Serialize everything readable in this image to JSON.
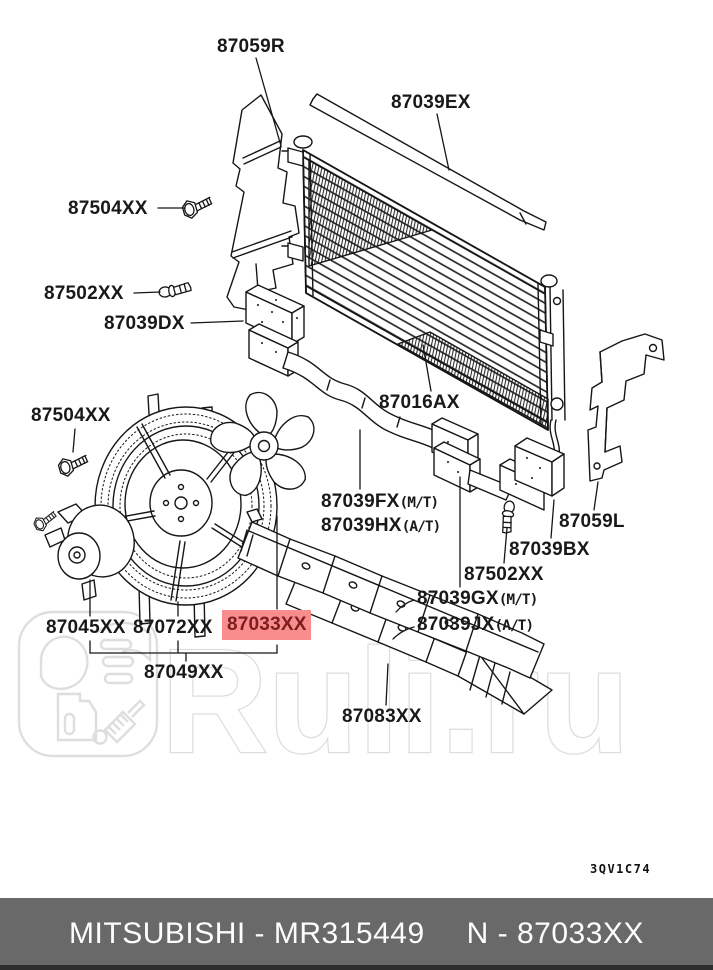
{
  "diagram": {
    "code": "3QV1C74",
    "watermark": {
      "brand": "Ruli.ru"
    },
    "colors": {
      "highlight": "#f98c8c",
      "highlight_text": "#7c1d1e",
      "footer_bar": "#696969",
      "watermark_gray": "#dedede"
    },
    "labels": [
      {
        "num": "87059R",
        "suffix": ""
      },
      {
        "num": "87039EX",
        "suffix": ""
      },
      {
        "num": "87504XX",
        "suffix": ""
      },
      {
        "num": "87502XX",
        "suffix": ""
      },
      {
        "num": "87039DX",
        "suffix": ""
      },
      {
        "num": "87016AX",
        "suffix": ""
      },
      {
        "num": "87504XX",
        "suffix": ""
      },
      {
        "num": "87039FX",
        "suffix": "(M/T)"
      },
      {
        "num": "87039HX",
        "suffix": "(A/T)"
      },
      {
        "num": "87059L",
        "suffix": ""
      },
      {
        "num": "87039BX",
        "suffix": ""
      },
      {
        "num": "87502XX",
        "suffix": ""
      },
      {
        "num": "87039GX",
        "suffix": "(M/T)"
      },
      {
        "num": "87039JX",
        "suffix": "(A/T)"
      },
      {
        "num": "87045XX",
        "suffix": ""
      },
      {
        "num": "87072XX",
        "suffix": ""
      },
      {
        "num": "87033XX",
        "suffix": ""
      },
      {
        "num": "87049XX",
        "suffix": ""
      },
      {
        "num": "87083XX",
        "suffix": ""
      }
    ]
  },
  "footer": {
    "left": "MITSUBISHI - MR315449",
    "right": "N - 87033XX"
  }
}
